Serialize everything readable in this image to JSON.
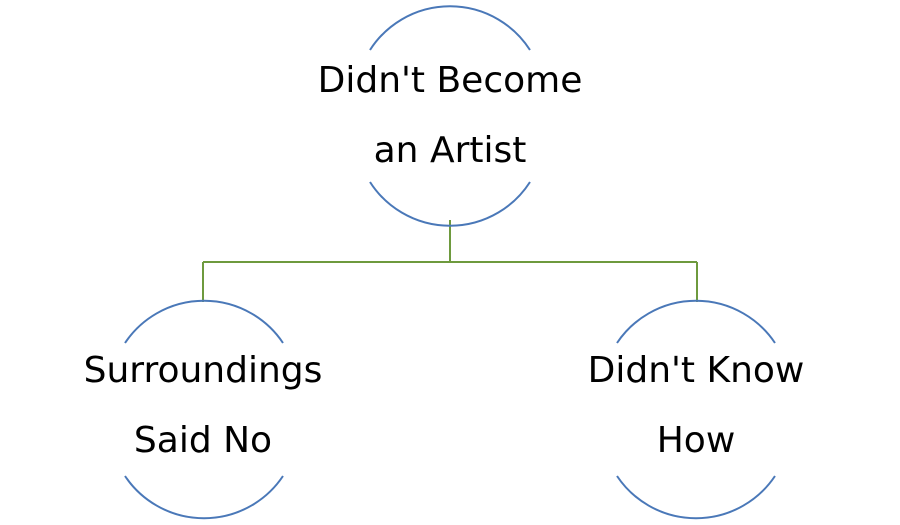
{
  "diagram": {
    "type": "tree",
    "colors": {
      "node_outline": "#4a78b8",
      "connector": "#6e9a3e",
      "text": "#000000",
      "background": "#ffffff"
    },
    "root": {
      "line1": "Didn't Become",
      "line2": "an Artist"
    },
    "children": [
      {
        "line1": "Surroundings",
        "line2": "Said No"
      },
      {
        "line1": "Didn't Know",
        "line2": "How"
      }
    ]
  }
}
